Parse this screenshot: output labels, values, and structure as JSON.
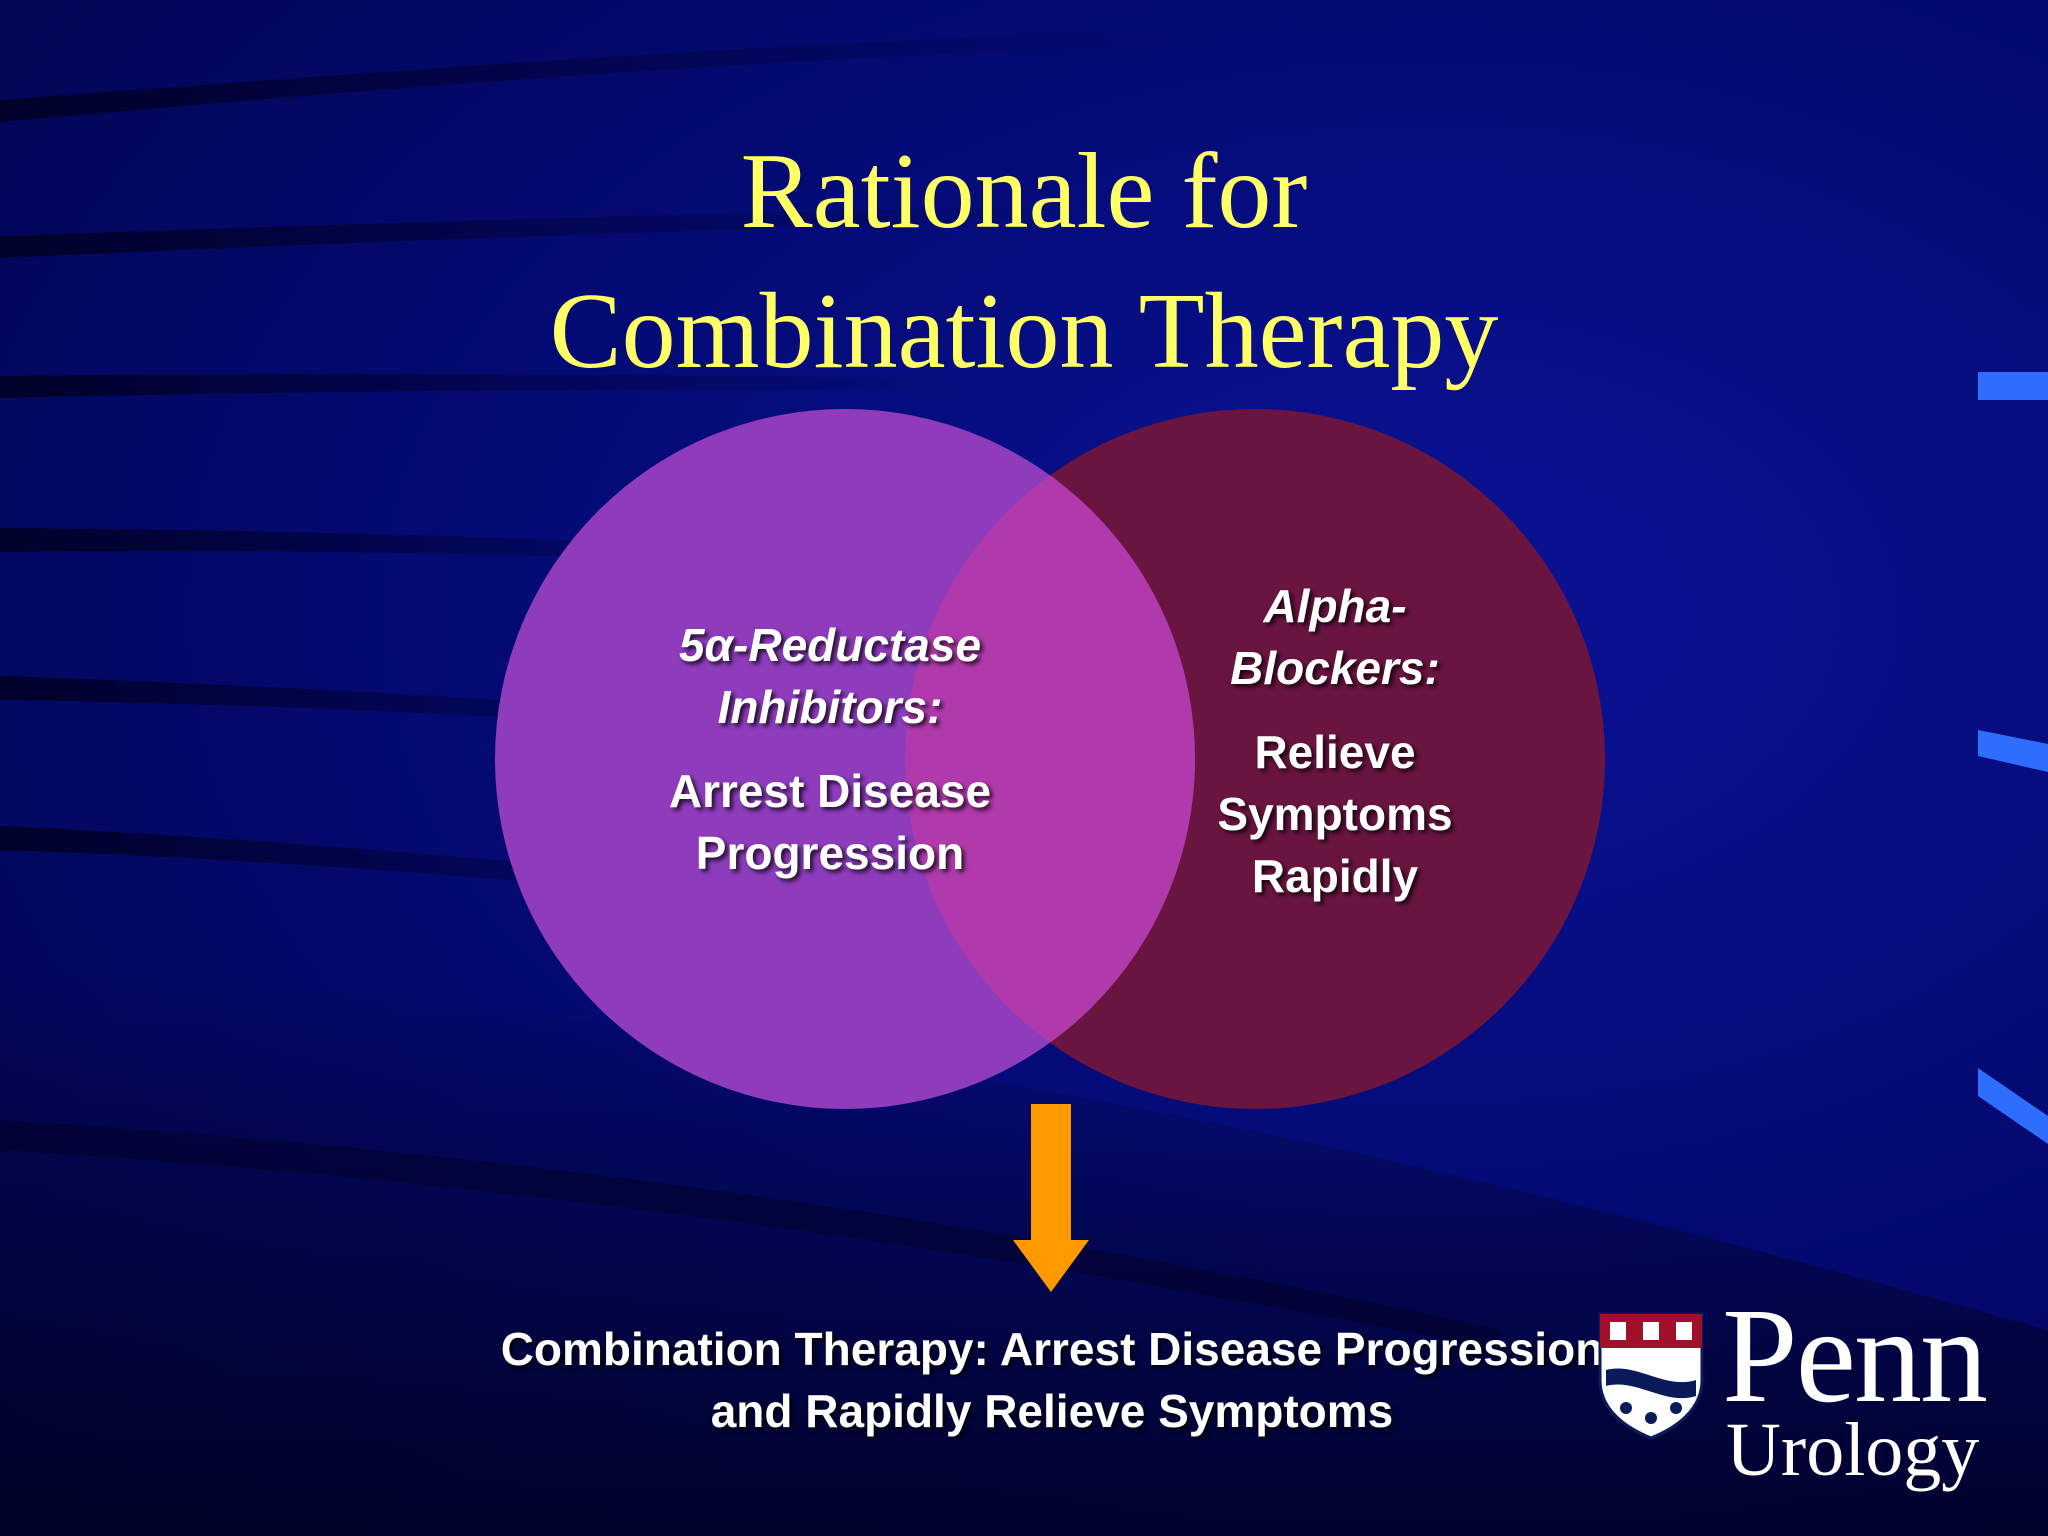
{
  "slide": {
    "title_line_1": "Rationale for",
    "title_line_2": "Combination Therapy"
  },
  "colors": {
    "background": "#03096e",
    "title": "#ffff66",
    "left_circle": "#8e3cbc",
    "right_circle": "#6a1440",
    "overlap": "#b03aac",
    "arrow": "#ff9900",
    "text": "#ffffff"
  },
  "venn": {
    "left": {
      "heading_line_1": "5α-Reductase",
      "heading_line_2": "Inhibitors:",
      "body_line_1": "Arrest Disease",
      "body_line_2": "Progression"
    },
    "right": {
      "heading_line_1": "Alpha-",
      "heading_line_2": "Blockers:",
      "body_line_1": "Relieve",
      "body_line_2": "Symptoms",
      "body_line_3": "Rapidly"
    }
  },
  "conclusion": {
    "line_1": "Combination Therapy: Arrest Disease Progression",
    "line_2": "and Rapidly Relieve Symptoms"
  },
  "logo": {
    "wordmark": "Penn",
    "subtitle": "Urology",
    "icon": "penn-shield-icon"
  }
}
